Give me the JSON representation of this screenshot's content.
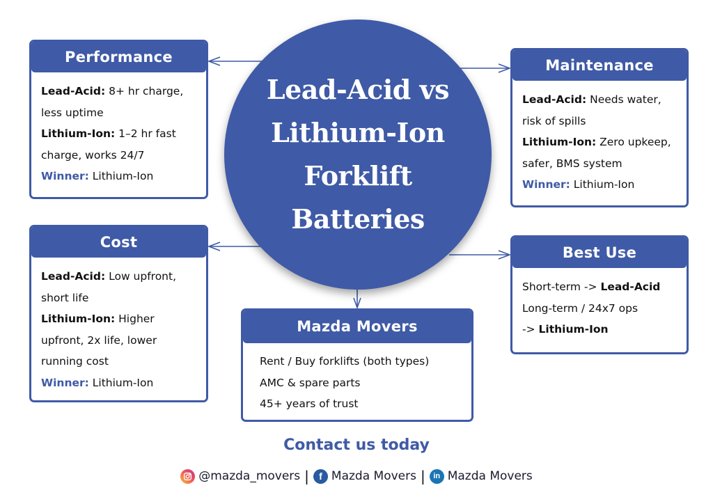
{
  "hub": {
    "title_lines": [
      "Lead-Acid vs",
      "Lithium-Ion",
      "Forklift",
      "Batteries"
    ]
  },
  "colors": {
    "primary": "#3f5aa6",
    "text": "#111111",
    "background": "#ffffff"
  },
  "cards": {
    "performance": {
      "title": "Performance",
      "lead_acid_label": "Lead-Acid:",
      "lead_acid_text_1": " 8+ hr charge,",
      "lead_acid_text_2": "less uptime",
      "lithium_label": "Lithium-Ion:",
      "lithium_text_1": " 1–2 hr fast",
      "lithium_text_2": "charge, works 24/7",
      "winner_label": "Winner:",
      "winner_value": " Lithium-Ion"
    },
    "maintenance": {
      "title": "Maintenance",
      "lead_acid_label": "Lead-Acid:",
      "lead_acid_text_1": " Needs water,",
      "lead_acid_text_2": "risk of spills",
      "lithium_label": "Lithium-Ion:",
      "lithium_text_1": " Zero upkeep,",
      "lithium_text_2": "safer, BMS system",
      "winner_label": "Winner:",
      "winner_value": " Lithium-Ion"
    },
    "cost": {
      "title": "Cost",
      "lead_acid_label": "Lead-Acid:",
      "lead_acid_text_1": " Low upfront,",
      "lead_acid_text_2": "short life",
      "lithium_label": "Lithium-Ion:",
      "lithium_text_1": " Higher",
      "lithium_text_2": "upfront, 2x life, lower",
      "lithium_text_3": "running cost",
      "winner_label": "Winner:",
      "winner_value": " Lithium-Ion"
    },
    "best_use": {
      "title": "Best Use",
      "line1_prefix": "Short-term -> ",
      "line1_bold": "Lead-Acid",
      "line2": "Long-term / 24x7 ops",
      "line3_prefix": "-> ",
      "line3_bold": "Lithium-Ion"
    },
    "company": {
      "title": "Mazda Movers",
      "items": [
        "Rent / Buy forklifts (both types)",
        "AMC & spare parts",
        "45+ years of trust"
      ]
    }
  },
  "footer": {
    "contact_title": "Contact us today",
    "separator": "|",
    "instagram": {
      "icon": "instagram-icon",
      "label": "@mazda_movers"
    },
    "facebook": {
      "icon": "facebook-icon",
      "glyph": "f",
      "label": "Mazda Movers"
    },
    "linkedin": {
      "icon": "linkedin-icon",
      "glyph": "in",
      "label": "Mazda Movers"
    }
  }
}
